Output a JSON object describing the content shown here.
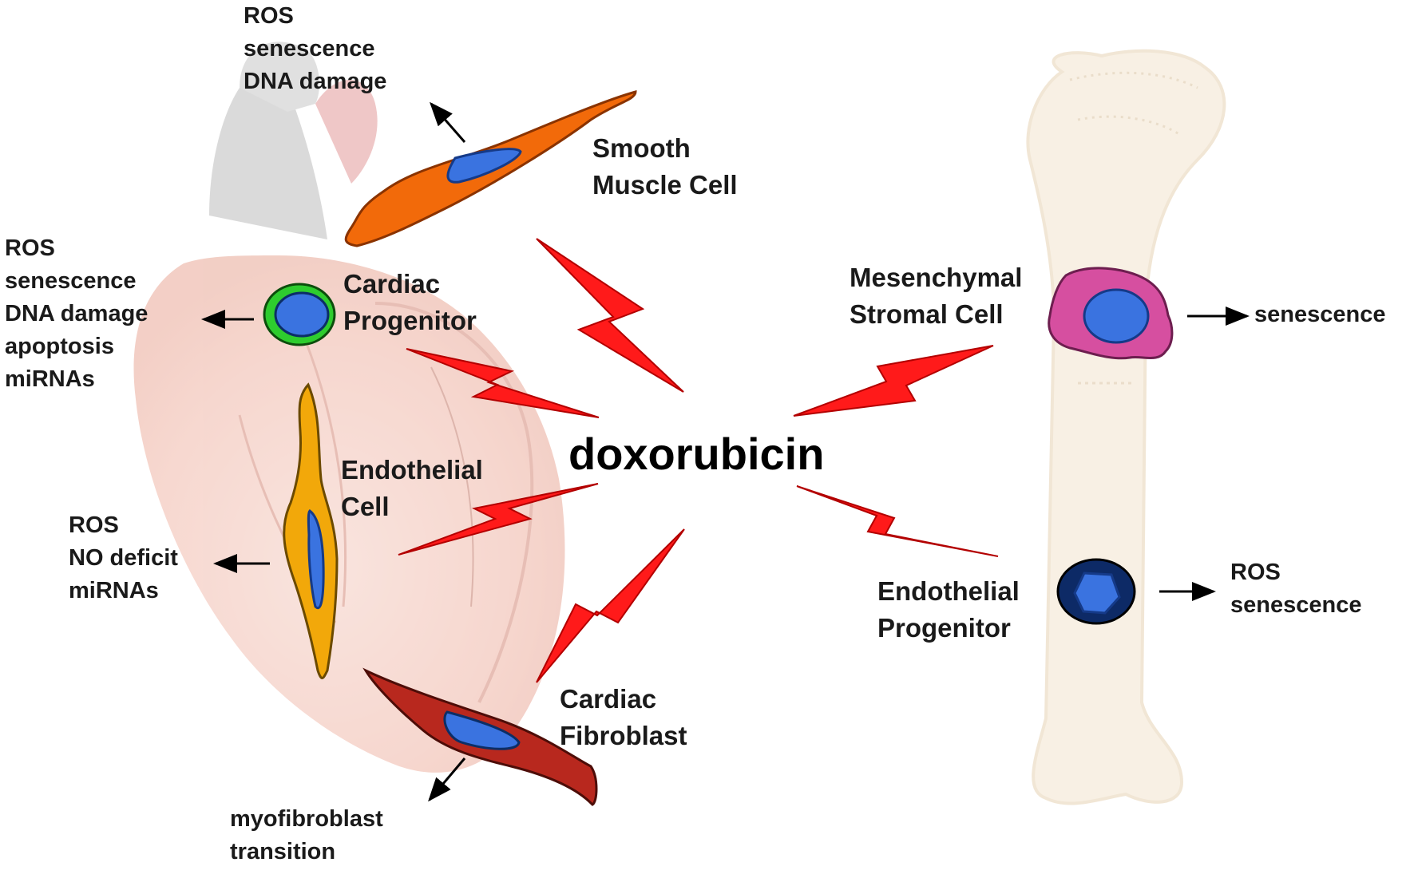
{
  "center_label": "doxorubicin",
  "colors": {
    "bolt": "#ff1a1a",
    "bolt_stroke": "#b30000",
    "nucleus": "#3a73e0",
    "smooth_muscle": "#f26a0a",
    "cardiac_progenitor": "#2ecc2e",
    "endothelial": "#f2a80a",
    "fibroblast": "#b8281e",
    "mesenchymal": "#d64fa0",
    "endothelial_progenitor": "#0d2a66"
  },
  "cells": {
    "smooth_muscle": {
      "label": [
        "Smooth",
        "Muscle Cell"
      ],
      "effects": [
        "ROS",
        "senescence",
        "DNA damage"
      ]
    },
    "cardiac_progenitor": {
      "label": [
        "Cardiac",
        "Progenitor"
      ],
      "effects": [
        "ROS",
        "senescence",
        "DNA damage",
        "apoptosis",
        "miRNAs"
      ]
    },
    "endothelial": {
      "label": [
        "Endothelial",
        "Cell"
      ],
      "effects": [
        "ROS",
        "NO deficit",
        "miRNAs"
      ]
    },
    "fibroblast": {
      "label": [
        "Cardiac",
        "Fibroblast"
      ],
      "effects": [
        "myofibroblast",
        "transition"
      ]
    },
    "mesenchymal": {
      "label": [
        "Mesenchymal",
        "Stromal Cell"
      ],
      "effects": [
        "senescence"
      ]
    },
    "endothelial_progenitor": {
      "label": [
        "Endothelial",
        "Progenitor"
      ],
      "effects": [
        "ROS",
        "senescence"
      ]
    }
  }
}
